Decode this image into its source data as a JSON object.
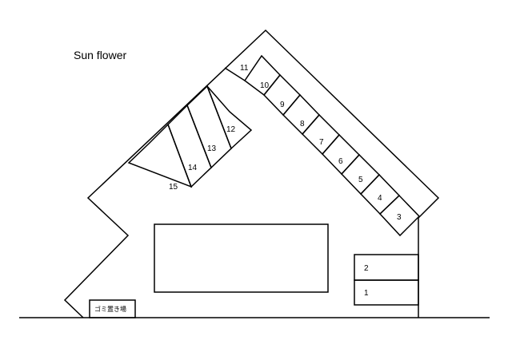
{
  "title": "Sun flower",
  "garbage_label": "ゴミ置き場",
  "parking_spaces": [
    {
      "number": "1"
    },
    {
      "number": "2"
    },
    {
      "number": "3"
    },
    {
      "number": "4"
    },
    {
      "number": "5"
    },
    {
      "number": "6"
    },
    {
      "number": "7"
    },
    {
      "number": "8"
    },
    {
      "number": "9"
    },
    {
      "number": "10"
    },
    {
      "number": "11"
    },
    {
      "number": "12"
    },
    {
      "number": "13"
    },
    {
      "number": "14"
    },
    {
      "number": "15"
    }
  ]
}
